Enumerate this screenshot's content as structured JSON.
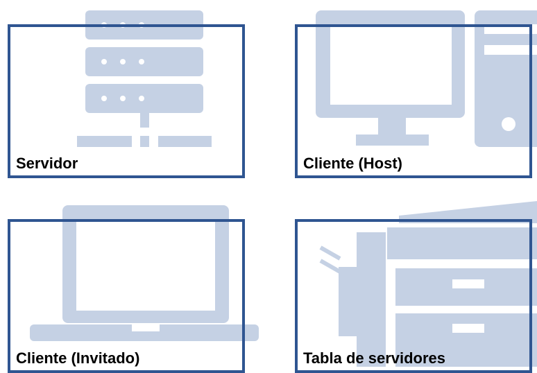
{
  "colors": {
    "border": "#2F5591",
    "illustration": "#C5D1E4",
    "label_text": "#000000",
    "background": "#FFFFFF"
  },
  "cards": [
    {
      "label": "Servidor",
      "icon": "server-icon"
    },
    {
      "label": "Cliente (Host)",
      "icon": "desktop-computer-icon"
    },
    {
      "label": "Cliente (Invitado)",
      "icon": "laptop-icon"
    },
    {
      "label": "Tabla de servidores",
      "icon": "printer-icon"
    }
  ]
}
